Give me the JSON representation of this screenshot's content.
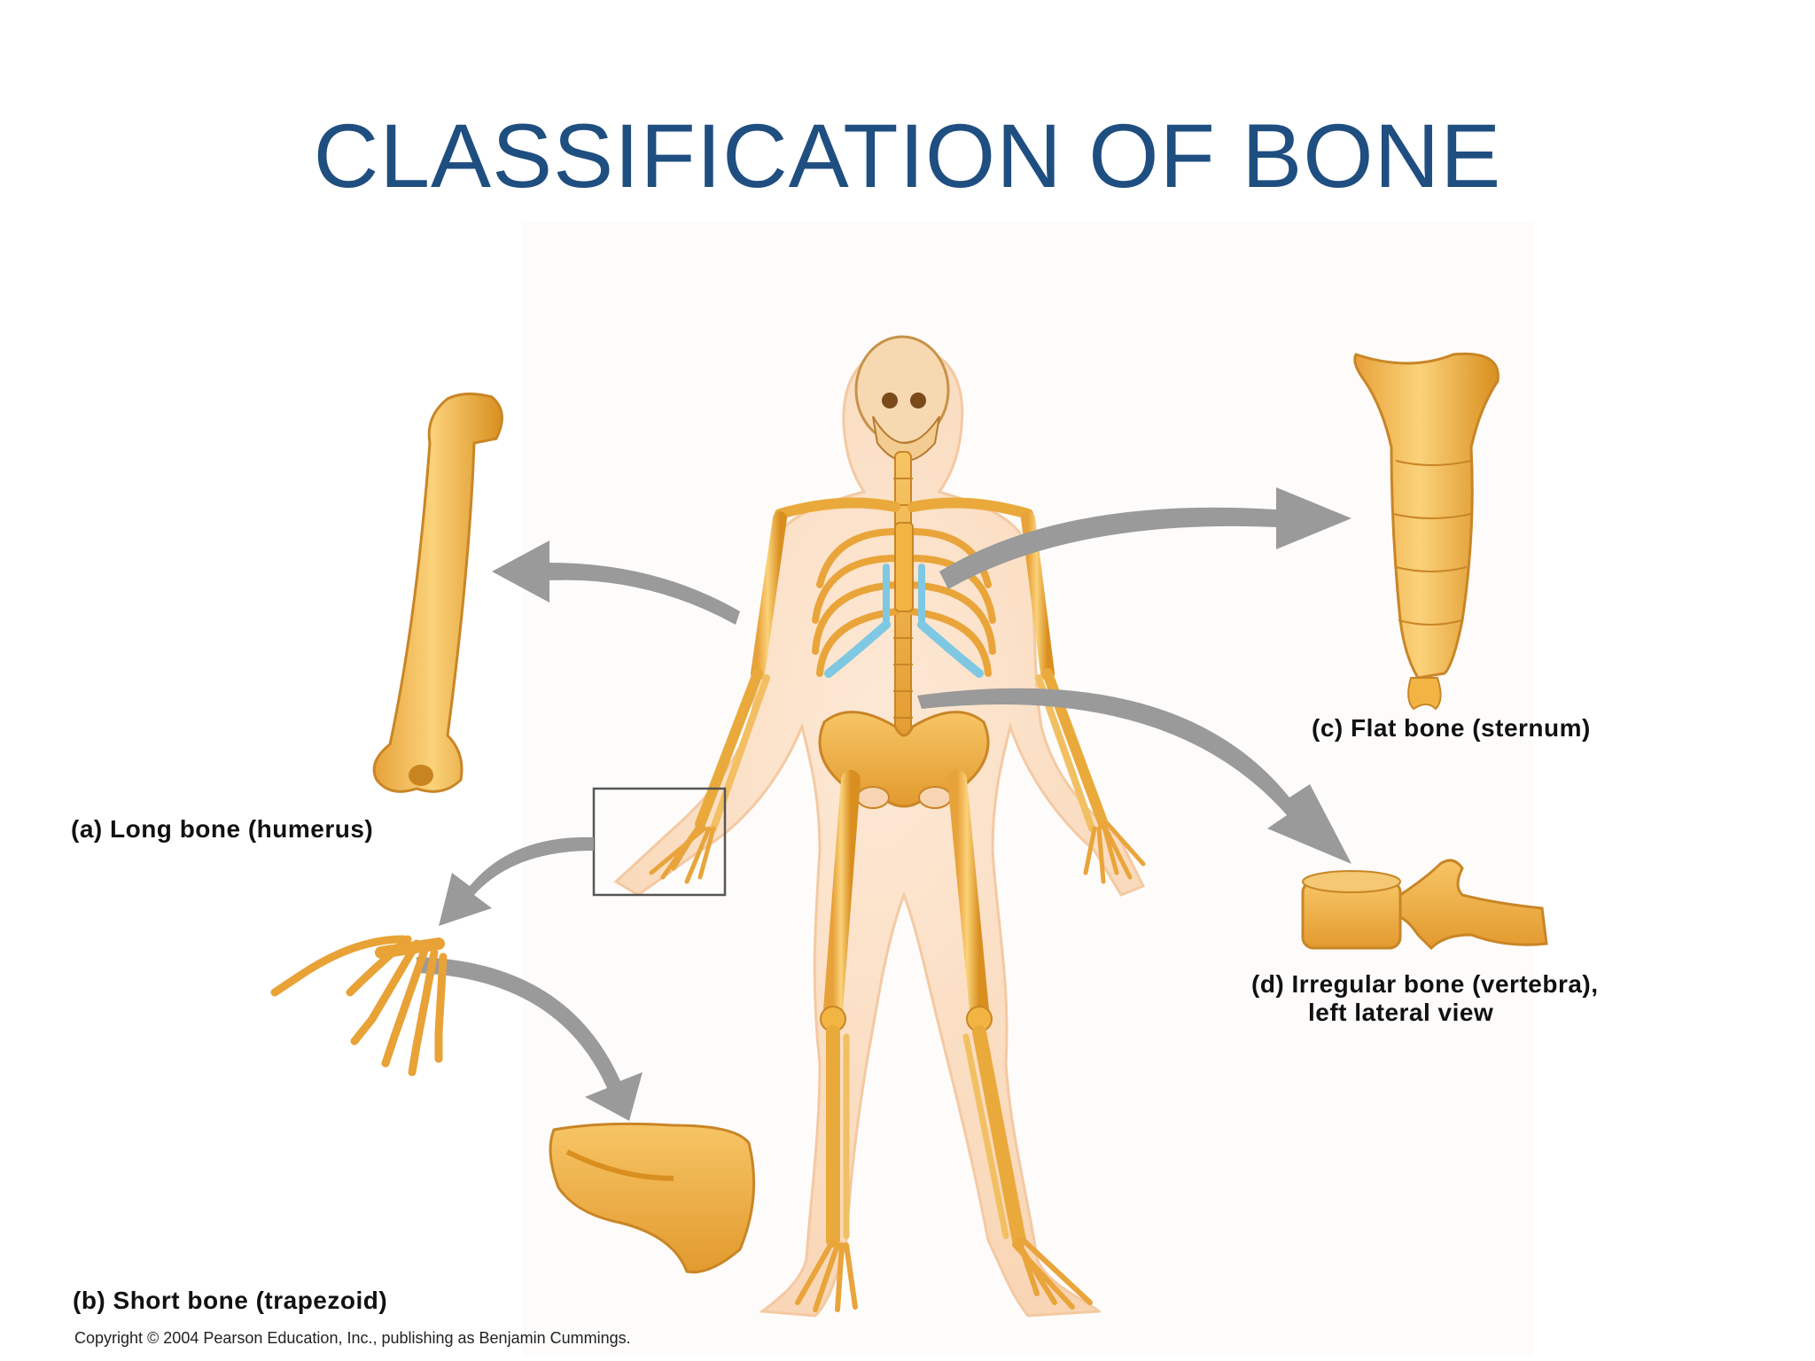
{
  "title": "CLASSIFICATION OF BONE",
  "labels": {
    "long_bone": "(a) Long bone (humerus)",
    "short_bone": "(b) Short bone (trapezoid)",
    "flat_bone": "(c) Flat bone (sternum)",
    "irregular_bone_line1": "(d) Irregular bone (vertebra),",
    "irregular_bone_line2": "left lateral view"
  },
  "copyright": "Copyright © 2004 Pearson Education, Inc., publishing as Benjamin Cummings.",
  "colors": {
    "title": "#1f4e80",
    "bone": "#f2b544",
    "bone_shadow": "#d98f1f",
    "body_outline": "#f9dcc0",
    "cartilage": "#7ec8e3",
    "arrow": "#9a9a9a"
  }
}
